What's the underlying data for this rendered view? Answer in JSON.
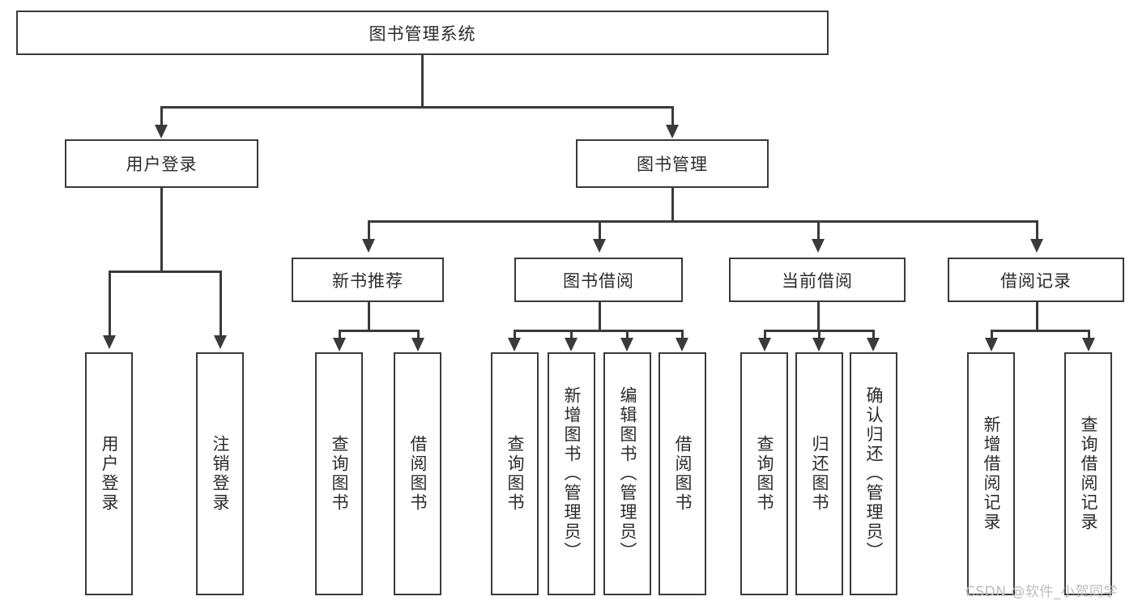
{
  "diagram": {
    "type": "tree-hierarchy-diagram",
    "title": "图书管理系统",
    "root": {
      "id": "root",
      "label": "图书管理系统",
      "orientation": "horizontal"
    },
    "level1": [
      {
        "id": "user-login",
        "label": "用户登录",
        "orientation": "horizontal"
      },
      {
        "id": "book-management",
        "label": "图书管理",
        "orientation": "horizontal"
      }
    ],
    "level2": [
      {
        "id": "new-book-recommend",
        "label": "新书推荐",
        "orientation": "horizontal",
        "parent": "book-management"
      },
      {
        "id": "book-borrow",
        "label": "图书借阅",
        "orientation": "horizontal",
        "parent": "book-management"
      },
      {
        "id": "current-borrow",
        "label": "当前借阅",
        "orientation": "horizontal",
        "parent": "book-management"
      },
      {
        "id": "borrow-record",
        "label": "借阅记录",
        "orientation": "horizontal",
        "parent": "book-management"
      }
    ],
    "leaves": {
      "user_login": [
        {
          "id": "leaf-user-login",
          "label": "用户登录"
        },
        {
          "id": "leaf-logout-login",
          "label": "注销登录"
        }
      ],
      "new_book_recommend": [
        {
          "id": "leaf-query-book-1",
          "label": "查询图书"
        },
        {
          "id": "leaf-borrow-book-1",
          "label": "借阅图书"
        }
      ],
      "book_borrow": [
        {
          "id": "leaf-query-book-2",
          "label": "查询图书"
        },
        {
          "id": "leaf-add-book",
          "label": "新增图书（管理员）"
        },
        {
          "id": "leaf-edit-book",
          "label": "编辑图书（管理员）"
        },
        {
          "id": "leaf-borrow-book-2",
          "label": "借阅图书"
        }
      ],
      "current_borrow": [
        {
          "id": "leaf-query-book-3",
          "label": "查询图书"
        },
        {
          "id": "leaf-return-book",
          "label": "归还图书"
        },
        {
          "id": "leaf-confirm-return",
          "label": "确认归还（管理员）"
        }
      ],
      "borrow_record": [
        {
          "id": "leaf-add-record",
          "label": "新增借阅记录"
        },
        {
          "id": "leaf-query-record",
          "label": "查询借阅记录"
        }
      ]
    }
  },
  "watermark": {
    "text": "CSDN @软件_小贺同学"
  },
  "colors": {
    "stroke": "#3a3a3a",
    "background": "#ffffff",
    "text": "#2b2b2b",
    "watermark": "#b9bcc0"
  }
}
